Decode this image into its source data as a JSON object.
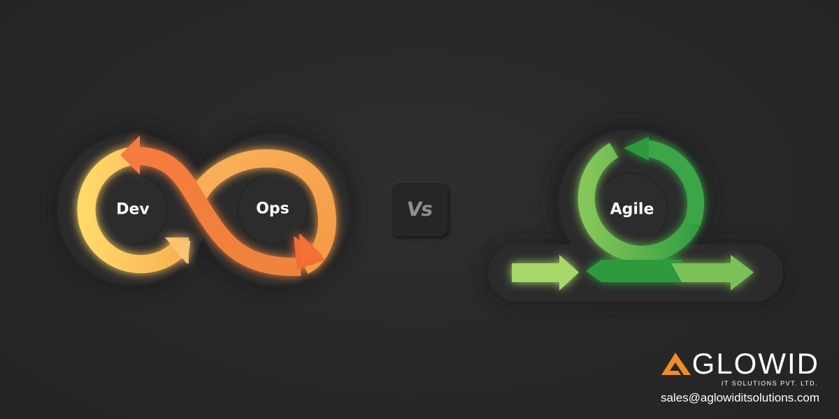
{
  "labels": {
    "dev": "Dev",
    "ops": "Ops",
    "vs": "Vs",
    "agile": "Agile"
  },
  "brand": {
    "name": "GLOWID",
    "tagline": "IT SOLUTIONS PVT. LTD.",
    "email": "sales@aglowiditsolutions.com"
  },
  "colors": {
    "background": "#2a2a2a",
    "devops_yellow": "#ffd96b",
    "devops_orange": "#f47b3f",
    "devops_light_orange": "#f9a354",
    "agile_dark_green": "#3a9e3f",
    "agile_light_green": "#a6d86a",
    "agile_mid_green": "#7cc158",
    "brand_orange": "#f28c28"
  },
  "icons": [
    "infinity-loop-icon",
    "agile-cycle-icon",
    "logo-triangle-icon"
  ]
}
